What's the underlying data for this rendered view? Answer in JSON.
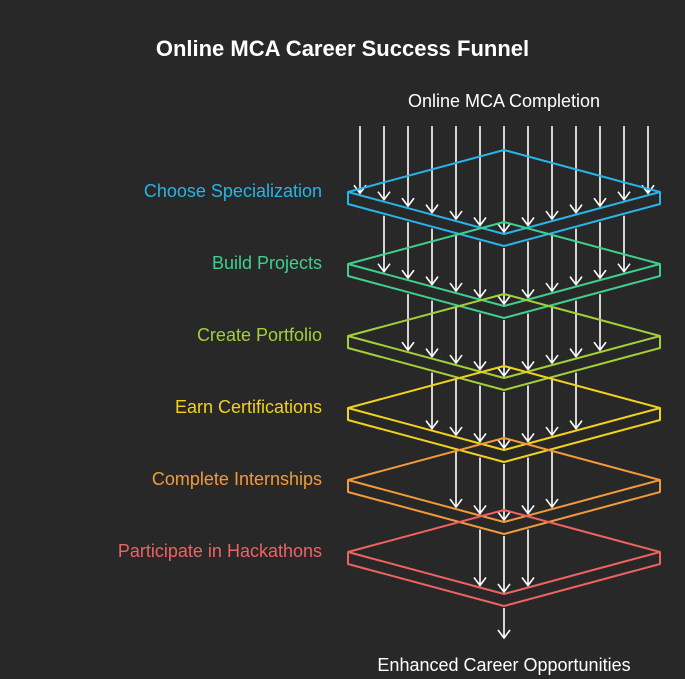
{
  "title": "Online MCA Career Success Funnel",
  "input_label": "Online MCA Completion",
  "output_label": "Enhanced Career Opportunities",
  "stages": [
    {
      "label": "Choose Specialization",
      "color": "#27b4e8"
    },
    {
      "label": "Build Projects",
      "color": "#3ecf8e"
    },
    {
      "label": "Create Portfolio",
      "color": "#a4d037"
    },
    {
      "label": "Earn Certifications",
      "color": "#f2d21b"
    },
    {
      "label": "Complete Internships",
      "color": "#f29a3a"
    },
    {
      "label": "Participate in Hackathons",
      "color": "#ef6262"
    }
  ],
  "arrow_color": "#ffffff"
}
